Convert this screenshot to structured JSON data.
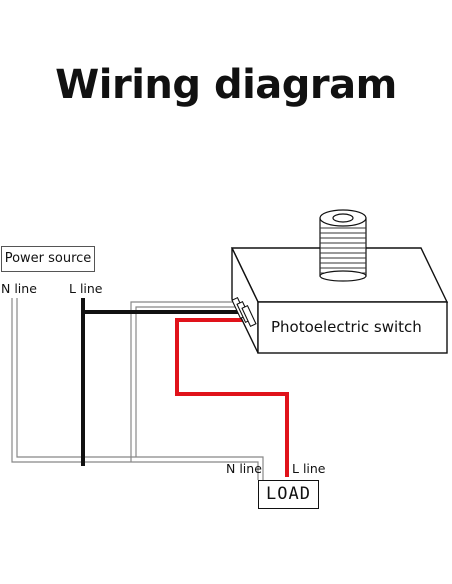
{
  "title": "Wiring diagram",
  "labels": {
    "power_source": "Power source",
    "n_line_left": "N line",
    "l_line_left": "L line",
    "photoelectric_switch": "Photoelectric switch",
    "n_line_load": "N line",
    "l_line_load": "L line",
    "load": "LOAD"
  },
  "colors": {
    "wire_l": "#111111",
    "wire_load": "#e0121a",
    "wire_n": "#888888"
  }
}
